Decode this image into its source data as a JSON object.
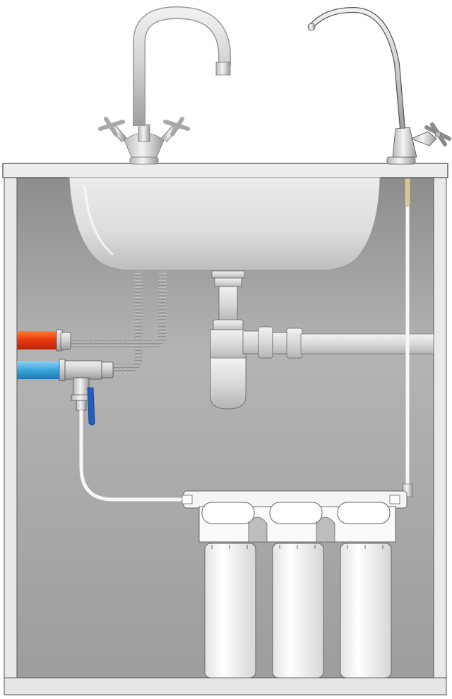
{
  "scene": {
    "components": [
      {
        "name": "sink-mixer-faucet",
        "icon": "mixer-tap-icon"
      },
      {
        "name": "drinking-water-faucet",
        "icon": "filter-tap-icon"
      },
      {
        "name": "countertop"
      },
      {
        "name": "sink-bowl"
      },
      {
        "name": "flexible-hoses",
        "count": 2
      },
      {
        "name": "hot-water-pipe"
      },
      {
        "name": "cold-water-pipe"
      },
      {
        "name": "feed-valve",
        "icon": "ball-valve-icon"
      },
      {
        "name": "bottle-trap-siphon"
      },
      {
        "name": "drain-pipe"
      },
      {
        "name": "supply-tube"
      },
      {
        "name": "outlet-tube"
      },
      {
        "name": "filter-housings",
        "count": 3
      }
    ],
    "colors": {
      "hot_pipe": "#e8380d",
      "cold_pipe": "#3aa5dc",
      "valve_handle": "#1f5fbf",
      "cabinet_interior": "#a9a9a9",
      "cabinet_frame": "#e6e6e6",
      "chrome": "#d8d8d8",
      "housing": "#f7f7f7"
    }
  }
}
